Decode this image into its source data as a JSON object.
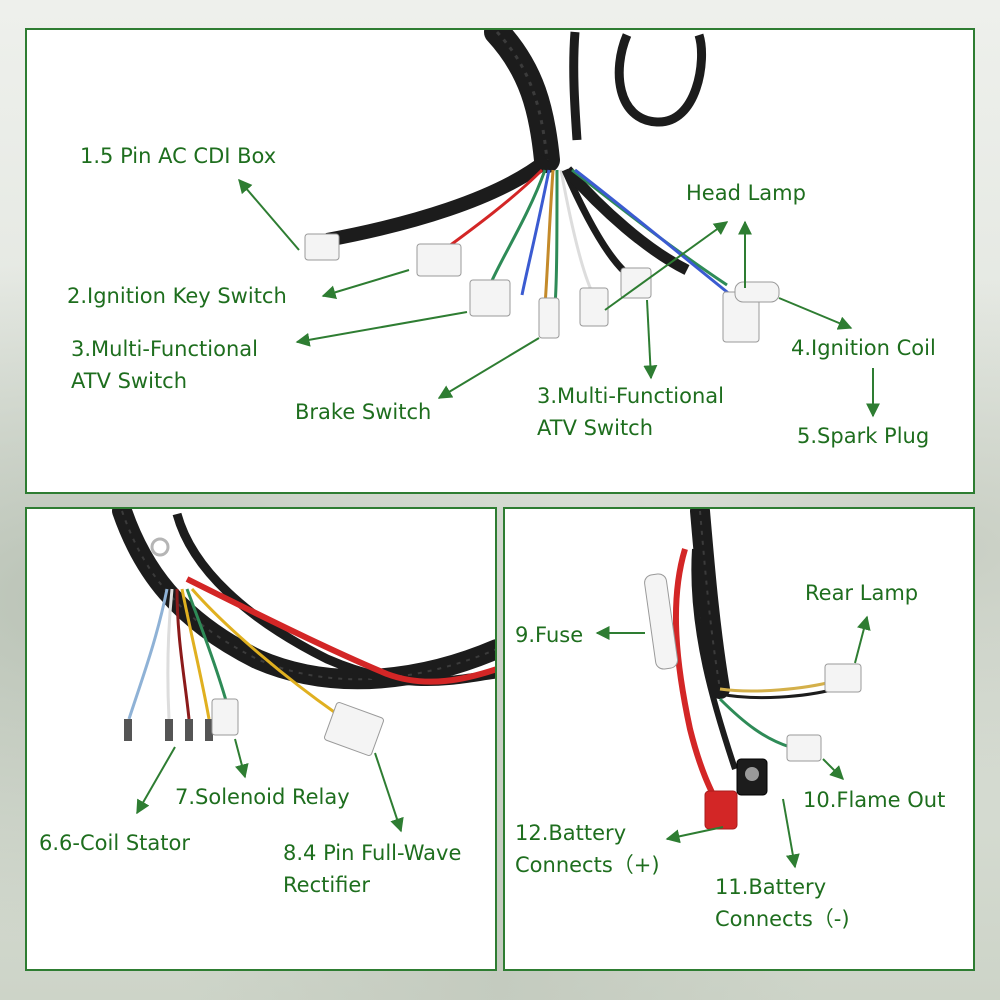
{
  "colors": {
    "label_green": "#1e6e1e",
    "arrow_green": "#2e7d32",
    "panel_border": "#2e7d32",
    "harness_black": "#1c1c1c",
    "wire_red": "#d32626",
    "connector_white": "#f4f4f4"
  },
  "top_panel": {
    "labels": {
      "cdi_box": "1.5 Pin AC CDI Box",
      "ignition_key_switch": "2.Ignition Key Switch",
      "multi_functional_left_1": "3.Multi-Functional",
      "multi_functional_left_2": "ATV Switch",
      "brake_switch": "Brake Switch",
      "multi_functional_right_1": "3.Multi-Functional",
      "multi_functional_right_2": "ATV Switch",
      "head_lamp": "Head Lamp",
      "ignition_coil": "4.Ignition Coil",
      "spark_plug": "5.Spark Plug"
    }
  },
  "bottom_left_panel": {
    "labels": {
      "coil_stator": "6.6-Coil Stator",
      "solenoid_relay": "7.Solenoid Relay",
      "rectifier_1": "8.4 Pin Full-Wave",
      "rectifier_2": "Rectifier"
    }
  },
  "bottom_right_panel": {
    "labels": {
      "fuse": "9.Fuse",
      "rear_lamp": "Rear Lamp",
      "flame_out": "10.Flame Out",
      "battery_pos_1": "12.Battery",
      "battery_pos_2": "Connects（+)",
      "battery_neg_1": "11.Battery",
      "battery_neg_2": "Connects（-)"
    }
  }
}
